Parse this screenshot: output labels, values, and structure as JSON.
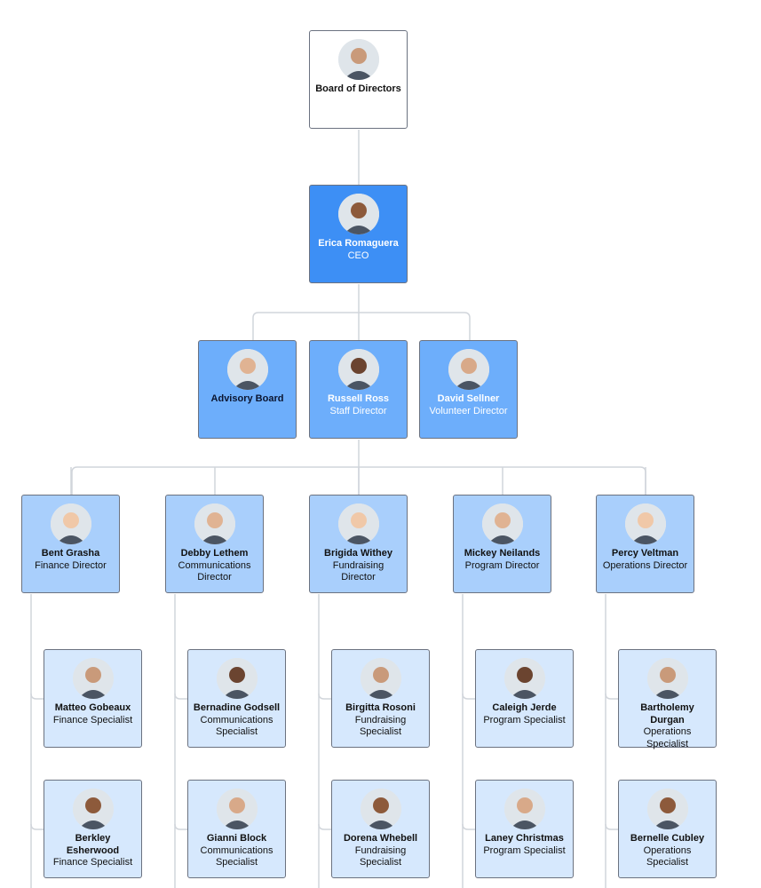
{
  "colors": {
    "level0": "#ffffff",
    "level1": "#3d8ff5",
    "level2": "#6daefb",
    "level3": "#a9cffc",
    "level4": "#d6e8fd",
    "connector": "#d1d5db"
  },
  "board": {
    "name": "Board of Directors",
    "title": ""
  },
  "ceo": {
    "name": "Erica Romaguera",
    "title": "CEO"
  },
  "level2": [
    {
      "name": "Advisory Board",
      "title": ""
    },
    {
      "name": "Russell Ross",
      "title": "Staff Director"
    },
    {
      "name": "David Sellner",
      "title": "Volunteer Director"
    }
  ],
  "directors": [
    {
      "name": "Bent Grasha",
      "title": "Finance Director",
      "reports": [
        {
          "name": "Matteo Gobeaux",
          "title": "Finance Specialist"
        },
        {
          "name": "Berkley Esherwood",
          "title": "Finance Specialist"
        }
      ]
    },
    {
      "name": "Debby Lethem",
      "title": "Communications Director",
      "reports": [
        {
          "name": "Bernadine Godsell",
          "title": "Communications Specialist"
        },
        {
          "name": "Gianni Block",
          "title": "Communications Specialist"
        }
      ]
    },
    {
      "name": "Brigida Withey",
      "title": "Fundraising Director",
      "reports": [
        {
          "name": "Birgitta Rosoni",
          "title": "Fundraising Specialist"
        },
        {
          "name": "Dorena Whebell",
          "title": "Fundraising Specialist"
        }
      ]
    },
    {
      "name": "Mickey Neilands",
      "title": "Program Director",
      "reports": [
        {
          "name": "Caleigh Jerde",
          "title": "Program Specialist"
        },
        {
          "name": "Laney Christmas",
          "title": "Program Specialist"
        }
      ]
    },
    {
      "name": "Percy Veltman",
      "title": "Operations Director",
      "reports": [
        {
          "name": "Bartholemy Durgan",
          "title": "Operations Specialist"
        },
        {
          "name": "Bernelle Cubley",
          "title": "Operations Specialist"
        }
      ]
    }
  ]
}
